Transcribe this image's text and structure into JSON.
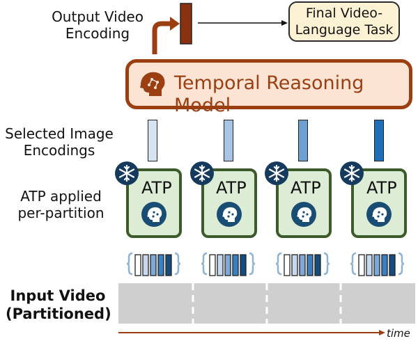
{
  "labels": {
    "output_video_encoding_line1": "Output Video",
    "output_video_encoding_line2": "Encoding",
    "final_task_line1": "Final Video-",
    "final_task_line2": "Language Task",
    "temporal_reasoning_model": "Temporal Reasoning Model",
    "selected_line1": "Selected Image",
    "selected_line2": "Encodings",
    "atp_applied_line1": "ATP applied",
    "atp_applied_line2": "per-partition",
    "input_video_line1": "Input Video",
    "input_video_line2": "(Partitioned)",
    "time": "time"
  },
  "partitions": [
    {
      "atp": "ATP",
      "selected_color": "#d6e4f1"
    },
    {
      "atp": "ATP",
      "selected_color": "#a9c4e2"
    },
    {
      "atp": "ATP",
      "selected_color": "#6d9fd0"
    },
    {
      "atp": "ATP",
      "selected_color": "#1e6fb5"
    }
  ],
  "mini_colors": [
    "#ffffff",
    "#c6d9ee",
    "#7ea9d6",
    "#3a7fc0",
    "#154c7d"
  ],
  "colors": {
    "brown": "#9b3f12",
    "output_bar": "#8a3210",
    "green_border": "#3d5a2b",
    "green_fill": "#dcecd5",
    "final_fill": "#fdf2d4"
  }
}
